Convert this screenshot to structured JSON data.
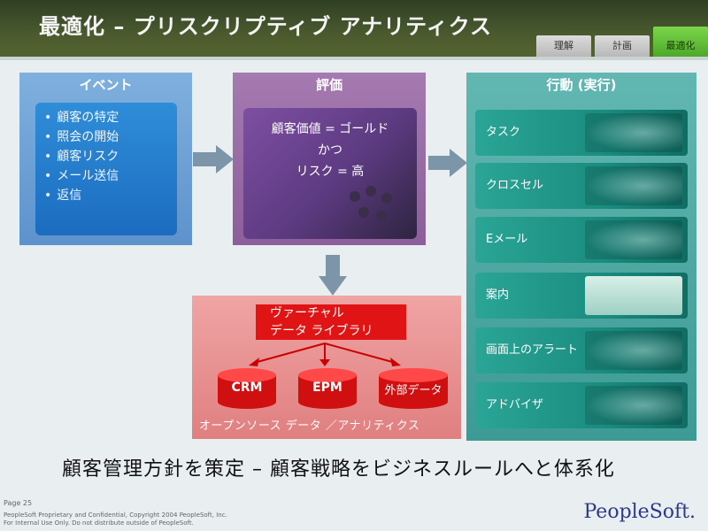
{
  "title": "最適化 – プリスクリプティブ アナリティクス",
  "tabs": [
    {
      "label": "理解",
      "active": false
    },
    {
      "label": "計画",
      "active": false
    },
    {
      "label": "最適化",
      "active": true
    }
  ],
  "event": {
    "header": "イベント",
    "items": [
      "顧客の特定",
      "照会の開始",
      "顧客リスク",
      "メール送信",
      "返信"
    ]
  },
  "evaluation": {
    "header": "評価",
    "lines": [
      "顧客価値 = ゴールド",
      "かつ",
      "リスク = 高"
    ]
  },
  "library": {
    "label_line1": "ヴァーチャル",
    "label_line2": "データ ライブラリ",
    "databases": [
      "CRM",
      "EPM",
      "外部データ"
    ],
    "footer": "オープンソース データ ／アナリティクス"
  },
  "action": {
    "header": "行動 (実行)",
    "items": [
      "タスク",
      "クロスセル",
      "Eメール",
      "案内",
      "画面上のアラート",
      "アドバイザ"
    ]
  },
  "bottom_text": "顧客管理方針を策定 – 顧客戦略をビジネスルールへと体系化",
  "footer": {
    "page": "Page 25",
    "legal_line1": "PeopleSoft Proprietary and Confidential, Copyright 2004 PeopleSoft, Inc.",
    "legal_line2": "For Internal Use Only. Do not distribute outside of PeopleSoft.",
    "logo": "PeopleSoft."
  },
  "colors": {
    "event": "#5d92cc",
    "evaluation": "#8c5e9b",
    "library": "#e07f80",
    "action": "#3d9a94",
    "accent_red": "#e01414"
  }
}
